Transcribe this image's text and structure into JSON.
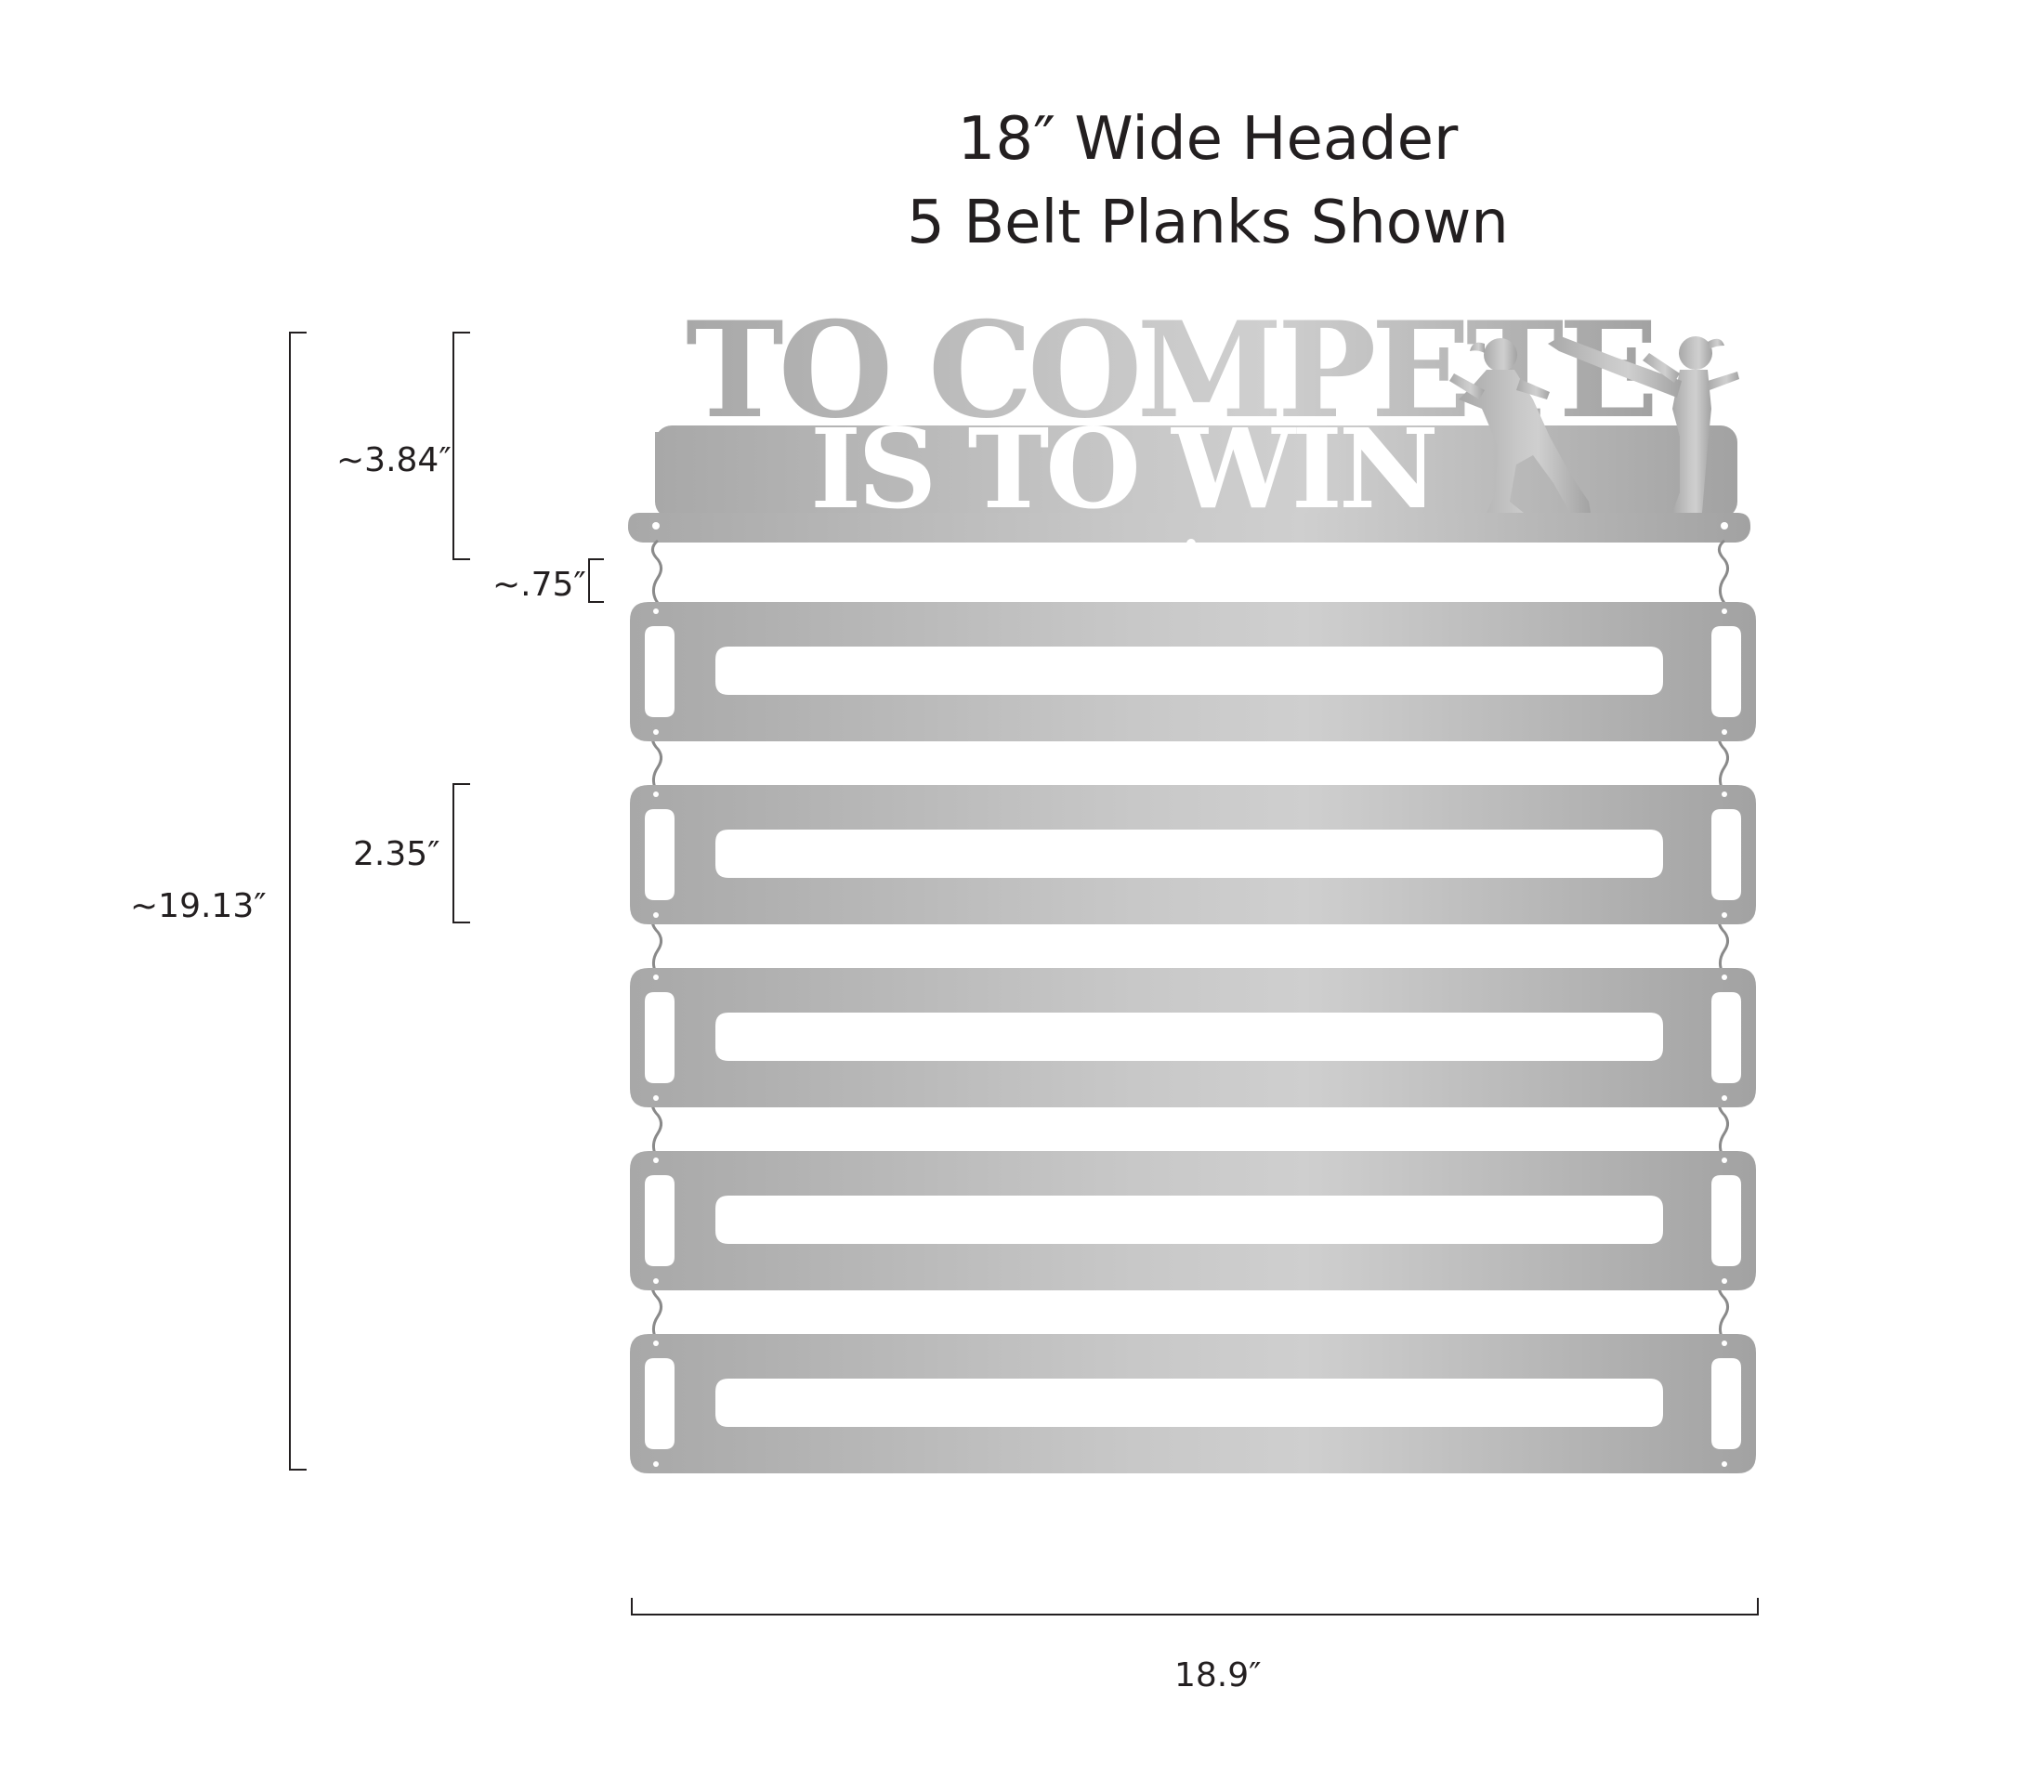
{
  "title": {
    "line1": "18″ Wide Header",
    "line2": "5 Belt Planks Shown"
  },
  "header": {
    "line1": "TO COMPETE",
    "line2": "IS TO WIN"
  },
  "dimensions": {
    "header_height": "~3.84″",
    "gap": "~.75″",
    "plank_height": "2.35″",
    "total_height": "~19.13″",
    "total_width": "18.9″"
  },
  "planks": {
    "count": 5
  },
  "colors": {
    "metal_light": "#c4c4c4",
    "metal_dark": "#9a9a9a",
    "dimension_line": "#231f20",
    "background": "#ffffff"
  },
  "icons": [
    "karate-fighters-silhouette",
    "s-hook"
  ]
}
